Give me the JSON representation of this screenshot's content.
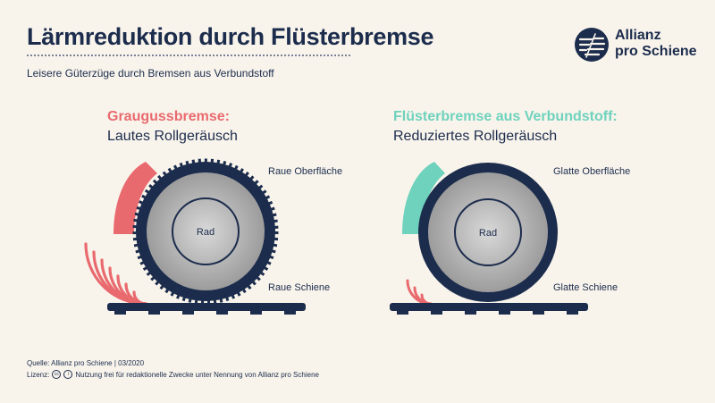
{
  "header": {
    "title": "Lärmreduktion durch Flüsterbremse",
    "subtitle": "Leisere Güterzüge durch Bremsen aus Verbundstoff"
  },
  "logo": {
    "line1": "Allianz",
    "line2": "pro Schiene"
  },
  "left_panel": {
    "heading": "Graugussbremse:",
    "subheading": "Lautes Rollgeräusch",
    "surface_label": "Raue Oberfläche",
    "wheel_label": "Rad",
    "rail_label": "Raue Schiene"
  },
  "right_panel": {
    "heading": "Flüsterbremse aus Verbundstoff:",
    "subheading": "Reduziertes Rollgeräusch",
    "surface_label": "Glatte Oberfläche",
    "wheel_label": "Rad",
    "rail_label": "Glatte Schiene"
  },
  "footer": {
    "source": "Quelle: Allianz pro Schiene | 03/2020",
    "license_label": "Lizenz:",
    "license_text": "Nutzung frei für redaktionelle Zwecke unter Nennung von Allianz pro Schiene"
  },
  "colors": {
    "navy": "#1c2c4c",
    "red": "#e96a6e",
    "teal": "#6fd2bc",
    "background": "#f8f4ec"
  }
}
